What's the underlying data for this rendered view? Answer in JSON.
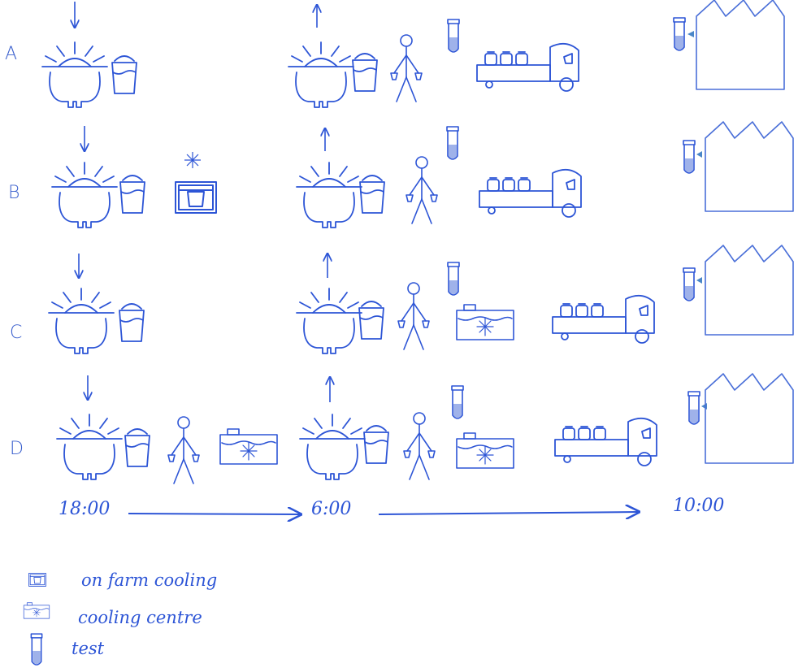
{
  "rows": [
    "A",
    "B",
    "C",
    "D"
  ],
  "timeline": {
    "t1": "18:00",
    "t2": "6:00",
    "t3": "10:00"
  },
  "legend": {
    "on_farm": "on farm cooling",
    "centre": "cooling centre",
    "test": "test"
  },
  "colors": {
    "ink": "#2d55d6",
    "ink_light": "#4a6fd8",
    "fill": "#9fb2ea"
  }
}
